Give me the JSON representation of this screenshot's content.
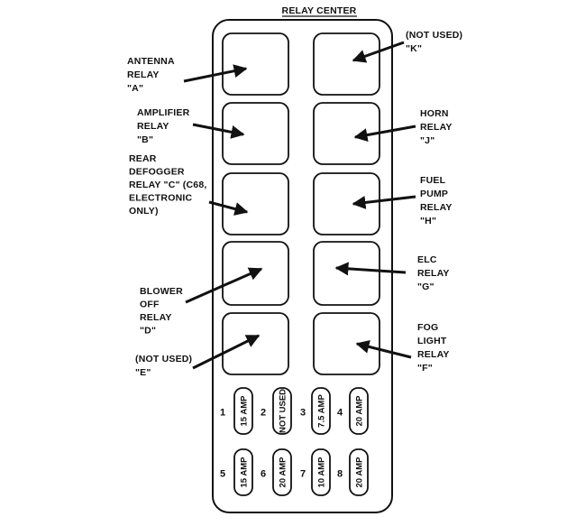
{
  "title": "RELAY CENTER",
  "relays": [
    {
      "id": "A",
      "lines": [
        "ANTENNA",
        "RELAY",
        "\"A\""
      ],
      "underline": [
        true,
        true,
        false
      ]
    },
    {
      "id": "K",
      "lines": [
        "(NOT USED)",
        "\"K\""
      ],
      "underline": [
        false,
        false
      ]
    },
    {
      "id": "B",
      "lines": [
        "AMPLIFIER",
        "RELAY",
        "\"B\""
      ],
      "underline": [
        true,
        true,
        false
      ]
    },
    {
      "id": "J",
      "lines": [
        "HORN",
        "RELAY",
        "\"J\""
      ],
      "underline": [
        true,
        true,
        false
      ]
    },
    {
      "id": "C",
      "lines": [
        "REAR",
        "DEFOGGER",
        "RELAY \"C\" (C68,",
        "ELECTRONIC",
        "ONLY)"
      ],
      "underline": [
        true,
        true,
        true,
        false,
        false
      ]
    },
    {
      "id": "H",
      "lines": [
        "FUEL",
        "PUMP",
        "RELAY",
        "\"H\""
      ],
      "underline": [
        true,
        true,
        true,
        false
      ]
    },
    {
      "id": "G",
      "lines": [
        "ELC",
        "RELAY",
        "\"G\""
      ],
      "underline": [
        true,
        true,
        false
      ]
    },
    {
      "id": "D",
      "lines": [
        "BLOWER",
        "OFF",
        "RELAY",
        "\"D\""
      ],
      "underline": [
        true,
        true,
        true,
        false
      ]
    },
    {
      "id": "E",
      "lines": [
        "(NOT USED)",
        "\"E\""
      ],
      "underline": [
        false,
        false
      ]
    },
    {
      "id": "F",
      "lines": [
        "FOG",
        "LIGHT",
        "RELAY",
        "\"F\""
      ],
      "underline": [
        true,
        true,
        true,
        false
      ]
    }
  ],
  "fuses": [
    {
      "num": "1",
      "rating": "15 AMP"
    },
    {
      "num": "2",
      "rating": "NOT USED"
    },
    {
      "num": "3",
      "rating": "7.5 AMP"
    },
    {
      "num": "4",
      "rating": "20 AMP"
    },
    {
      "num": "5",
      "rating": "15 AMP"
    },
    {
      "num": "6",
      "rating": "20 AMP"
    },
    {
      "num": "7",
      "rating": "10 AMP"
    },
    {
      "num": "8",
      "rating": "20 AMP"
    }
  ],
  "colors": {
    "ink": "#111111",
    "background": "#ffffff"
  }
}
